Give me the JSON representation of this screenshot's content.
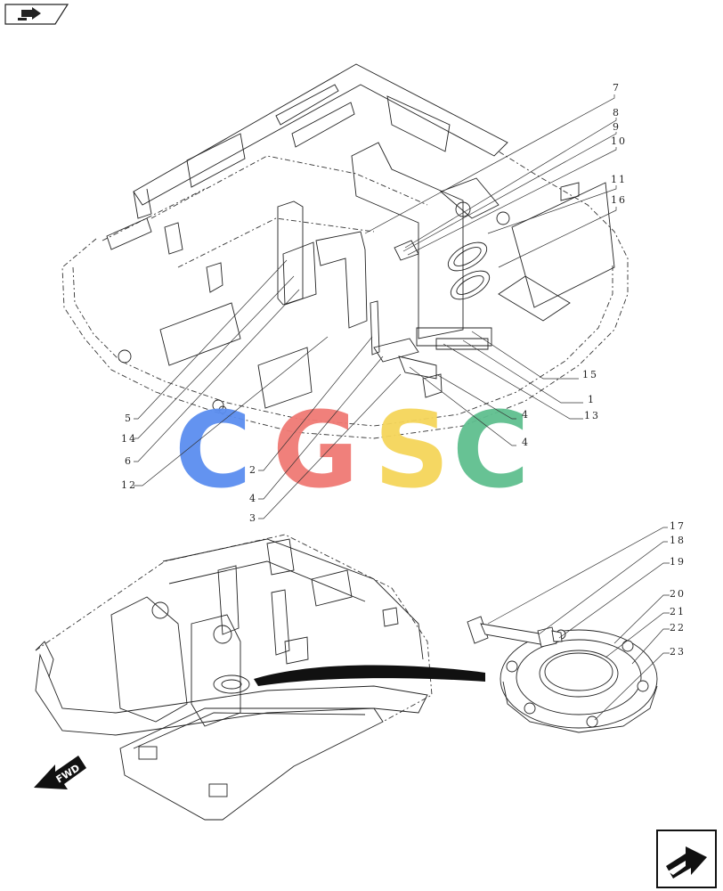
{
  "colors": {
    "wm_c1": "#5b8ef0",
    "wm_g": "#f07a74",
    "wm_s": "#f5d55a",
    "wm_c2": "#5fbf8f"
  },
  "icons": {
    "top_left": "book-arrow-icon",
    "bottom_right": "next-page-arrow-icon"
  },
  "watermark": {
    "text": "CGSC"
  },
  "direction_label": "FWD",
  "callouts": {
    "c7": "7",
    "c8": "8",
    "c9": "9",
    "c10": "10",
    "c11": "11",
    "c16": "16",
    "c15": "15",
    "c1": "1",
    "c13": "13",
    "c4a": "4",
    "c4b": "4",
    "c5": "5",
    "c14": "14",
    "c6": "6",
    "c12": "12",
    "c2": "2",
    "c4c": "4",
    "c3": "3",
    "c17": "17",
    "c18": "18",
    "c19": "19",
    "c20": "20",
    "c21": "21",
    "c22": "22",
    "c23": "23"
  }
}
